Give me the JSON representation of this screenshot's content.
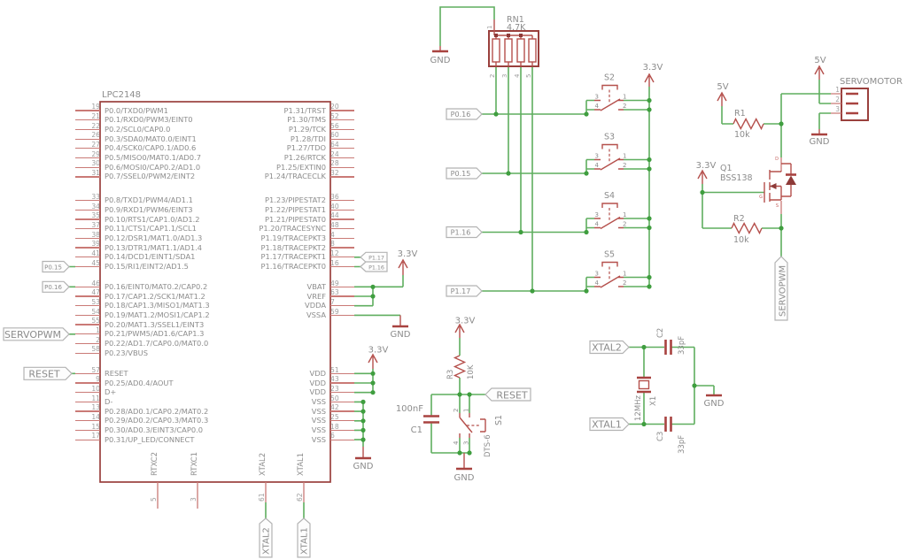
{
  "ic": {
    "title": "LPC2148",
    "left1": [
      {
        "num": "19",
        "name": "P0.0/TXD0/PWM1"
      },
      {
        "num": "21",
        "name": "P0.1/RXD0/PWM3/EINT0"
      },
      {
        "num": "22",
        "name": "P0.2/SCL0/CAP0.0"
      },
      {
        "num": "26",
        "name": "P0.3/SDA0/MAT0.0/EINT1"
      },
      {
        "num": "27",
        "name": "P0.4/SCK0/CAP0.1/AD0.6"
      },
      {
        "num": "29",
        "name": "P0.5/MISO0/MAT0.1/AD0.7"
      },
      {
        "num": "30",
        "name": "P0.6/MOSI0/CAP0.2/AD1.0"
      },
      {
        "num": "31",
        "name": "P0.7/SSEL0/PWM2/EINT2"
      }
    ],
    "left2": [
      {
        "num": "33",
        "name": "P0.8/TXD1/PWM4/AD1.1"
      },
      {
        "num": "34",
        "name": "P0.9/RXD1/PWM6/EINT3"
      },
      {
        "num": "35",
        "name": "P0.10/RTS1/CAP1.0/AD1.2"
      },
      {
        "num": "37",
        "name": "P0.11/CTS1/CAP1.1/SCL1"
      },
      {
        "num": "38",
        "name": "P0.12/DSR1/MAT1.0/AD1.3"
      },
      {
        "num": "39",
        "name": "P0.13/DTR1/MAT1.1/AD1.4"
      },
      {
        "num": "41",
        "name": "P0.14/DCD1/EINT1/SDA1"
      },
      {
        "num": "45",
        "name": "P0.15/RI1/EINT2/AD1.5"
      }
    ],
    "left3": [
      {
        "num": "46",
        "name": "P0.16/EINT0/MAT0.2/CAP0.2"
      },
      {
        "num": "47",
        "name": "P0.17/CAP1.2/SCK1/MAT1.2"
      },
      {
        "num": "53",
        "name": "P0.18/CAP1.3/MISO1/MAT1.3"
      },
      {
        "num": "54",
        "name": "P0.19/MAT1.2/MOSI1/CAP1.2"
      },
      {
        "num": "55",
        "name": "P0.20/MAT1.3/SSEL1/EINT3"
      },
      {
        "num": "1",
        "name": "P0.21/PWM5/AD1.6/CAP1.3"
      },
      {
        "num": "2",
        "name": "P0.22/AD1.7/CAP0.0/MAT0.0"
      },
      {
        "num": "58",
        "name": "P0.23/VBUS"
      }
    ],
    "left4": [
      {
        "num": "57",
        "name": "RESET"
      },
      {
        "num": "9",
        "name": "P0.25/AD0.4/AOUT"
      },
      {
        "num": "10",
        "name": "D+"
      },
      {
        "num": "11",
        "name": "D-"
      },
      {
        "num": "13",
        "name": "P0.28/AD0.1/CAP0.2/MAT0.2"
      },
      {
        "num": "14",
        "name": "P0.29/AD0.2/CAP0.3/MAT0.3"
      },
      {
        "num": "15",
        "name": "P0.30/AD0.3/EINT3/CAP0.0"
      },
      {
        "num": "17",
        "name": "P0.31/UP_LED/CONNECT"
      }
    ],
    "right1": [
      {
        "num": "20",
        "name": "P1.31/TRST"
      },
      {
        "num": "52",
        "name": "P1.30/TMS"
      },
      {
        "num": "56",
        "name": "P1.29/TCK"
      },
      {
        "num": "60",
        "name": "P1.28/TDI"
      },
      {
        "num": "64",
        "name": "P1.27/TDO"
      },
      {
        "num": "24",
        "name": "P1.26/RTCK"
      },
      {
        "num": "28",
        "name": "P1.25/EXTIN0"
      },
      {
        "num": "32",
        "name": "P1.24/TRACECLK"
      }
    ],
    "right2": [
      {
        "num": "36",
        "name": "P1.23/PIPESTAT2"
      },
      {
        "num": "40",
        "name": "P1.22/PIPESTAT1"
      },
      {
        "num": "44",
        "name": "P1.21/PIPESTAT0"
      },
      {
        "num": "48",
        "name": "P1.20/TRACESYNC"
      },
      {
        "num": "4",
        "name": "P1.19/TRACEPKT3"
      },
      {
        "num": "8",
        "name": "P1.18/TRACEPKT2"
      },
      {
        "num": "12",
        "name": "P1.17/TRACEPKT1"
      },
      {
        "num": "16",
        "name": "P1.16/TRACEPKT0"
      }
    ],
    "right3": [
      {
        "num": "49",
        "name": "VBAT"
      },
      {
        "num": "63",
        "name": "VREF"
      },
      {
        "num": "7",
        "name": "VDDA"
      },
      {
        "num": "59",
        "name": "VSSA"
      }
    ],
    "right4": [
      {
        "num": "51",
        "name": "VDD"
      },
      {
        "num": "43",
        "name": "VDD"
      },
      {
        "num": "23",
        "name": "VDD"
      },
      {
        "num": "50",
        "name": "VSS"
      },
      {
        "num": "42",
        "name": "VSS"
      },
      {
        "num": "25",
        "name": "VSS"
      },
      {
        "num": "18",
        "name": "VSS"
      },
      {
        "num": "6",
        "name": "VSS"
      }
    ],
    "bottom": {
      "rtxc2": {
        "name": "RTXC2",
        "num": "5"
      },
      "rtxc1": {
        "name": "RTXC1",
        "num": "3"
      },
      "xtal2": {
        "name": "XTAL2",
        "num": "61"
      },
      "xtal1": {
        "name": "XTAL1",
        "num": "62"
      }
    }
  },
  "power": {
    "v33": "3.3V",
    "v5": "5V",
    "gnd": "GND"
  },
  "flags": {
    "p015": "P0.15",
    "p016": "P0.16",
    "servopwm": "SERVOPWM",
    "reset": "RESET",
    "p117": "P1.17",
    "p116": "P1.16",
    "xtal2": "XTAL2",
    "xtal1": "XTAL1"
  },
  "parts": {
    "rn1": {
      "ref": "RN1",
      "value": "4.7K",
      "pin1": "1",
      "pin2": "2",
      "pin3": "3",
      "pin4": "4",
      "pin5": "5"
    },
    "r1": {
      "ref": "R1",
      "value": "10k"
    },
    "r2": {
      "ref": "R2",
      "value": "10k"
    },
    "r3": {
      "ref": "R3",
      "value": "10K"
    },
    "c1": {
      "ref": "C1",
      "value": "100nF"
    },
    "c2": {
      "ref": "C2",
      "value": "33pF"
    },
    "c3": {
      "ref": "C3",
      "value": "33pF"
    },
    "x1": {
      "ref": "X1",
      "value": "12MHz"
    },
    "q1": {
      "ref": "Q1",
      "value": "BSS138",
      "pin_d": "D",
      "pin_g": "G",
      "pin_s": "S"
    },
    "s1": {
      "ref": "S1",
      "value": "DTS-6",
      "p1": "1",
      "p2": "2",
      "p3": "3",
      "p4": "4"
    },
    "s2": {
      "ref": "S2"
    },
    "s3": {
      "ref": "S3"
    },
    "s4": {
      "ref": "S4"
    },
    "s5": {
      "ref": "S5"
    },
    "sw_pins": {
      "p1": "1",
      "p2": "2",
      "p3": "3",
      "p4": "4"
    },
    "servo": {
      "ref": "SERVOMOTOR",
      "p1": "1",
      "p2": "2",
      "p3": "3"
    }
  }
}
